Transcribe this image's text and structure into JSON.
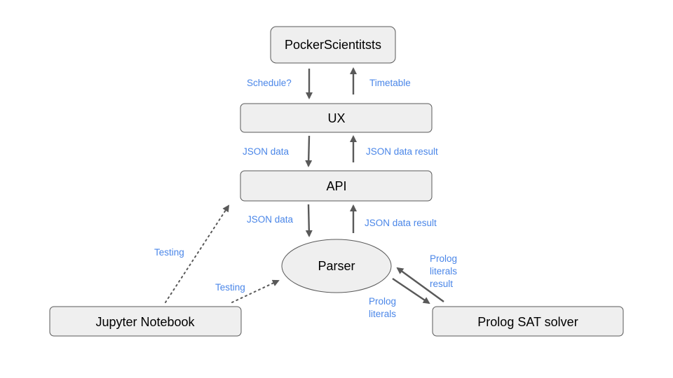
{
  "nodes": {
    "pocker": "PockerScientitsts",
    "ux": "UX",
    "api": "API",
    "parser": "Parser",
    "jupyter": "Jupyter Notebook",
    "prolog": "Prolog SAT solver"
  },
  "edges": {
    "schedule": "Schedule?",
    "timetable": "Timetable",
    "ux_to_api": "JSON data",
    "api_to_ux": "JSON data result",
    "api_to_parser": "JSON data",
    "parser_to_api": "JSON data result",
    "jupyter_to_api": "Testing",
    "jupyter_to_parser": "Testing",
    "parser_to_prolog": [
      "Prolog",
      "literals"
    ],
    "prolog_to_parser": [
      "Prolog",
      "literals",
      "result"
    ]
  }
}
